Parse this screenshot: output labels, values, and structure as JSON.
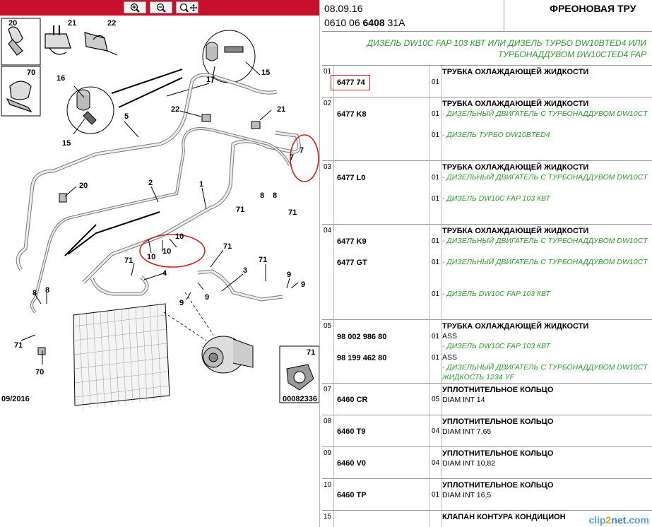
{
  "toolbar": {
    "zoom_in_icon": "magnifier-plus-icon",
    "zoom_out_icon": "magnifier-minus-icon",
    "zoom_fit_icon": "magnifier-move-icon"
  },
  "diagram": {
    "date_label": "09/2016",
    "drawing_code": "00082336",
    "callouts": [
      "20",
      "21",
      "22",
      "70",
      "16",
      "15",
      "17",
      "15",
      "5",
      "22",
      "21",
      "7",
      "7",
      "20",
      "2",
      "1",
      "71",
      "8",
      "8",
      "71",
      "10",
      "10",
      "10",
      "71",
      "71",
      "4",
      "3",
      "71",
      "9",
      "9",
      "8",
      "8",
      "71",
      "9",
      "9",
      "70",
      "71"
    ]
  },
  "header": {
    "date": "08.09.16",
    "code_prefix": "0610 06 ",
    "code_bold": "6408",
    "code_suffix": " 31A",
    "title": "ФРЕОНОВАЯ ТРУ"
  },
  "subtitle": {
    "line1": "ДИЗЕЛЬ DW10C FAP 103 КВТ ИЛИ ДИЗЕЛЬ ТУРБО DW10BTED4 ИЛИ",
    "line2": "ТУРБОНАДДУВОМ DW10CTED4 FAP"
  },
  "rows": [
    {
      "num": "01",
      "refs": [
        {
          "ref": "6477 74",
          "qty": "01"
        }
      ],
      "desc": "ТРУБКА ОХЛАЖДАЮЩЕЙ ЖИДКОСТИ",
      "notes": []
    },
    {
      "num": "02",
      "refs": [
        {
          "ref": "6477 K8",
          "qty": "01"
        },
        {
          "ref": "",
          "qty": "01"
        }
      ],
      "desc": "ТРУБКА ОХЛАЖДАЮЩЕЙ ЖИДКОСТИ",
      "notes": [
        "- ДИЗЕЛЬНЫЙ ДВИГАТЕЛЬ С ТУРБОНАДДУВОМ DW10CT",
        "- ДИЗЕЛЬ ТУРБО DW10BTED4"
      ]
    },
    {
      "num": "03",
      "refs": [
        {
          "ref": "6477 L0",
          "qty": "01"
        },
        {
          "ref": "",
          "qty": "01"
        }
      ],
      "desc": "ТРУБКА ОХЛАЖДАЮЩЕЙ ЖИДКОСТИ",
      "notes": [
        "- ДИЗЕЛЬНЫЙ ДВИГАТЕЛЬ С ТУРБОНАДДУВОМ DW10CT",
        "- ДИЗЕЛЬ DW10C FAP 103 КВТ"
      ]
    },
    {
      "num": "04",
      "refs": [
        {
          "ref": "6477 K9",
          "qty": "01"
        },
        {
          "ref": "6477 GT",
          "qty": "01"
        },
        {
          "ref": "",
          "qty": "01"
        }
      ],
      "desc": "ТРУБКА ОХЛАЖДАЮЩЕЙ ЖИДКОСТИ",
      "notes": [
        "- ДИЗЕЛЬНЫЙ ДВИГАТЕЛЬ С ТУРБОНАДДУВОМ DW10CT",
        "- ДИЗЕЛЬНЫЙ ДВИГАТЕЛЬ С ТУРБОНАДДУВОМ DW10CT",
        "- ДИЗЕЛЬ DW10C FAP 103 КВТ"
      ]
    },
    {
      "num": "05",
      "refs": [
        {
          "ref": "98 002 986 80",
          "qty": "01"
        },
        {
          "ref": "98 199 462 80",
          "qty": "01"
        }
      ],
      "desc": "ТРУБКА ОХЛАЖДАЮЩЕЙ ЖИДКОСТИ",
      "lines": [
        {
          "t": "ASS",
          "k": "plain"
        },
        {
          "t": "- ДИЗЕЛЬ DW10C FAP 103 КВТ",
          "k": "note"
        },
        {
          "t": "ASS",
          "k": "plain"
        },
        {
          "t": "- ДИЗЕЛЬНЫЙ ДВИГАТЕЛЬ С ТУРБОНАДДУВОМ DW10CT",
          "k": "note"
        },
        {
          "t": "ЖИДКОСТЬ 1234 YF",
          "k": "note"
        }
      ]
    },
    {
      "num": "07",
      "refs": [
        {
          "ref": "6460 CR",
          "qty": "05"
        }
      ],
      "desc": "УПЛОТНИТЕЛЬНОЕ КОЛЬЦО",
      "plain": "DIAM INT 14"
    },
    {
      "num": "08",
      "refs": [
        {
          "ref": "6460 T9",
          "qty": "04"
        }
      ],
      "desc": "УПЛОТНИТЕЛЬНОЕ КОЛЬЦО",
      "plain": "DIAM INT 7,65"
    },
    {
      "num": "09",
      "refs": [
        {
          "ref": "6460 V0",
          "qty": "04"
        }
      ],
      "desc": "УПЛОТНИТЕЛЬНОЕ КОЛЬЦО",
      "plain": "DIAM INT 10,82"
    },
    {
      "num": "10",
      "refs": [
        {
          "ref": "6460 TP",
          "qty": "01"
        }
      ],
      "desc": "УПЛОТНИТЕЛЬНОЕ КОЛЬЦО",
      "plain": "DIAM INT 16,5"
    },
    {
      "num": "15",
      "refs": [],
      "desc": "КЛАПАН КОНТУРА КОНДИЦИОН"
    }
  ],
  "watermark": {
    "a": "clip",
    "b": "2",
    "c": "net",
    ".com": ".com"
  },
  "colors": {
    "toolbar": "#c8102e",
    "highlight": "#d02020",
    "note_green": "#2e9a2e"
  }
}
